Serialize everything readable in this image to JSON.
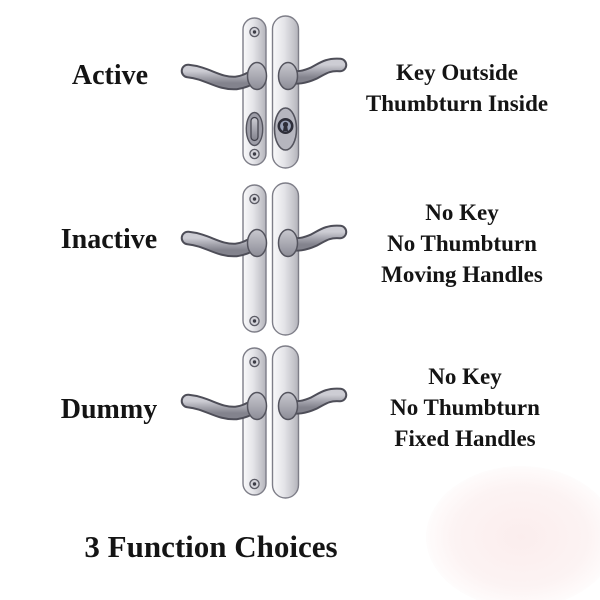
{
  "rows": [
    {
      "label": "Active",
      "description_lines": [
        "Key Outside",
        "Thumbturn Inside"
      ],
      "features": {
        "thumbturn": true,
        "key_cylinder": true
      }
    },
    {
      "label": "Inactive",
      "description_lines": [
        "No Key",
        "No Thumbturn",
        "Moving Handles"
      ],
      "features": {
        "thumbturn": false,
        "key_cylinder": false
      }
    },
    {
      "label": "Dummy",
      "description_lines": [
        "No Key",
        "No Thumbturn",
        "Fixed Handles"
      ],
      "features": {
        "thumbturn": false,
        "key_cylinder": false
      }
    }
  ],
  "footer": {
    "title": "3 Function Choices"
  },
  "colors": {
    "background": "#ffffff",
    "text": "#141414",
    "plate_light": "#fafafb",
    "plate_dark": "#b2b2b9",
    "lever_mid": "#a6a6af",
    "outline": "#54545e",
    "watermark_pink": "#fbeded"
  }
}
